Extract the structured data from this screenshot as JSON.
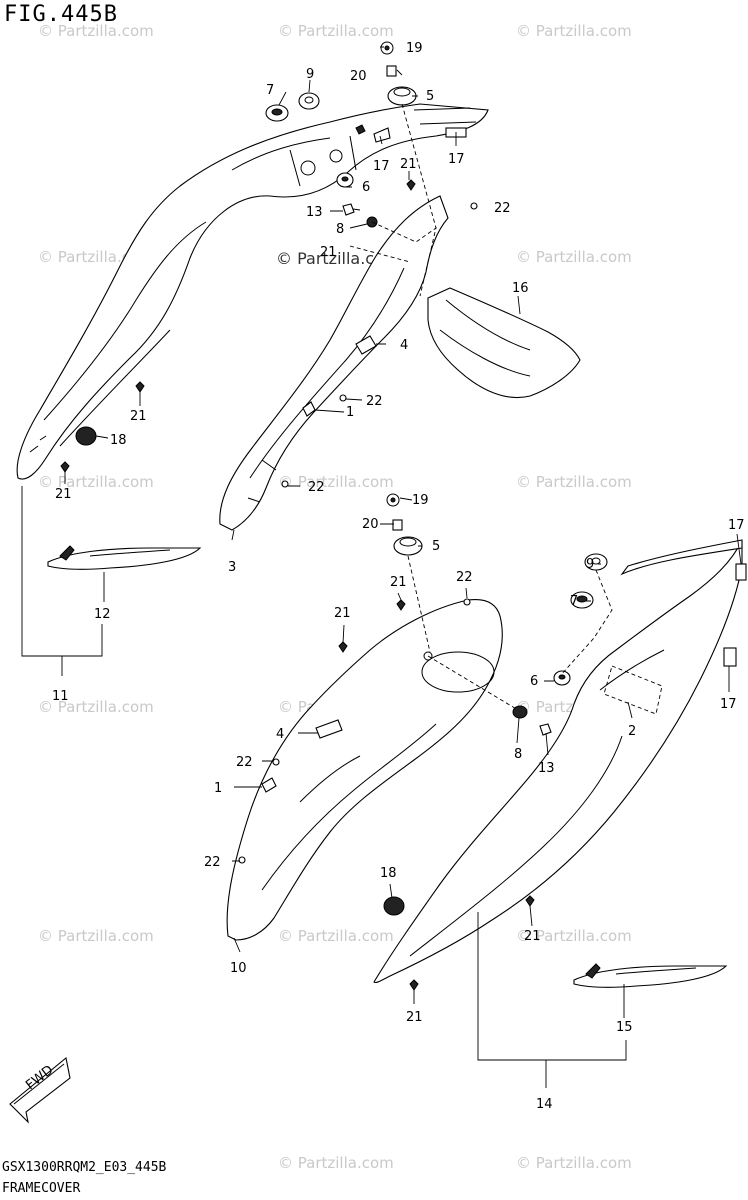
{
  "figure": {
    "title": "FIG.445B",
    "code": "GSX1300RRQM2_E03_445B",
    "name": "FRAMECOVER"
  },
  "watermark": {
    "text": "© Partzilla.com",
    "center_text": "© Partzilla.com"
  },
  "direction": {
    "label": "FWD"
  },
  "callouts": [
    {
      "id": "c1a",
      "label": "1"
    },
    {
      "id": "c1b",
      "label": "1"
    },
    {
      "id": "c2",
      "label": "2"
    },
    {
      "id": "c3",
      "label": "3"
    },
    {
      "id": "c4a",
      "label": "4"
    },
    {
      "id": "c4b",
      "label": "4"
    },
    {
      "id": "c5a",
      "label": "5"
    },
    {
      "id": "c5b",
      "label": "5"
    },
    {
      "id": "c6a",
      "label": "6"
    },
    {
      "id": "c6b",
      "label": "6"
    },
    {
      "id": "c7a",
      "label": "7"
    },
    {
      "id": "c7b",
      "label": "7"
    },
    {
      "id": "c8a",
      "label": "8"
    },
    {
      "id": "c8b",
      "label": "8"
    },
    {
      "id": "c9a",
      "label": "9"
    },
    {
      "id": "c9b",
      "label": "9"
    },
    {
      "id": "c10",
      "label": "10"
    },
    {
      "id": "c11",
      "label": "11"
    },
    {
      "id": "c12",
      "label": "12"
    },
    {
      "id": "c13a",
      "label": "13"
    },
    {
      "id": "c13b",
      "label": "13"
    },
    {
      "id": "c14",
      "label": "14"
    },
    {
      "id": "c15",
      "label": "15"
    },
    {
      "id": "c16",
      "label": "16"
    },
    {
      "id": "c17a",
      "label": "17"
    },
    {
      "id": "c17b",
      "label": "17"
    },
    {
      "id": "c17c",
      "label": "17"
    },
    {
      "id": "c17d",
      "label": "17"
    },
    {
      "id": "c18a",
      "label": "18"
    },
    {
      "id": "c18b",
      "label": "18"
    },
    {
      "id": "c19a",
      "label": "19"
    },
    {
      "id": "c19b",
      "label": "19"
    },
    {
      "id": "c20a",
      "label": "20"
    },
    {
      "id": "c20b",
      "label": "20"
    },
    {
      "id": "c21a",
      "label": "21"
    },
    {
      "id": "c21b",
      "label": "21"
    },
    {
      "id": "c21c",
      "label": "21"
    },
    {
      "id": "c21d",
      "label": "21"
    },
    {
      "id": "c21e",
      "label": "21"
    },
    {
      "id": "c21f",
      "label": "21"
    },
    {
      "id": "c21g",
      "label": "21"
    },
    {
      "id": "c21h",
      "label": "21"
    },
    {
      "id": "c22a",
      "label": "22"
    },
    {
      "id": "c22b",
      "label": "22"
    },
    {
      "id": "c22c",
      "label": "22"
    },
    {
      "id": "c22d",
      "label": "22"
    },
    {
      "id": "c22e",
      "label": "22"
    },
    {
      "id": "c22f",
      "label": "22"
    }
  ]
}
